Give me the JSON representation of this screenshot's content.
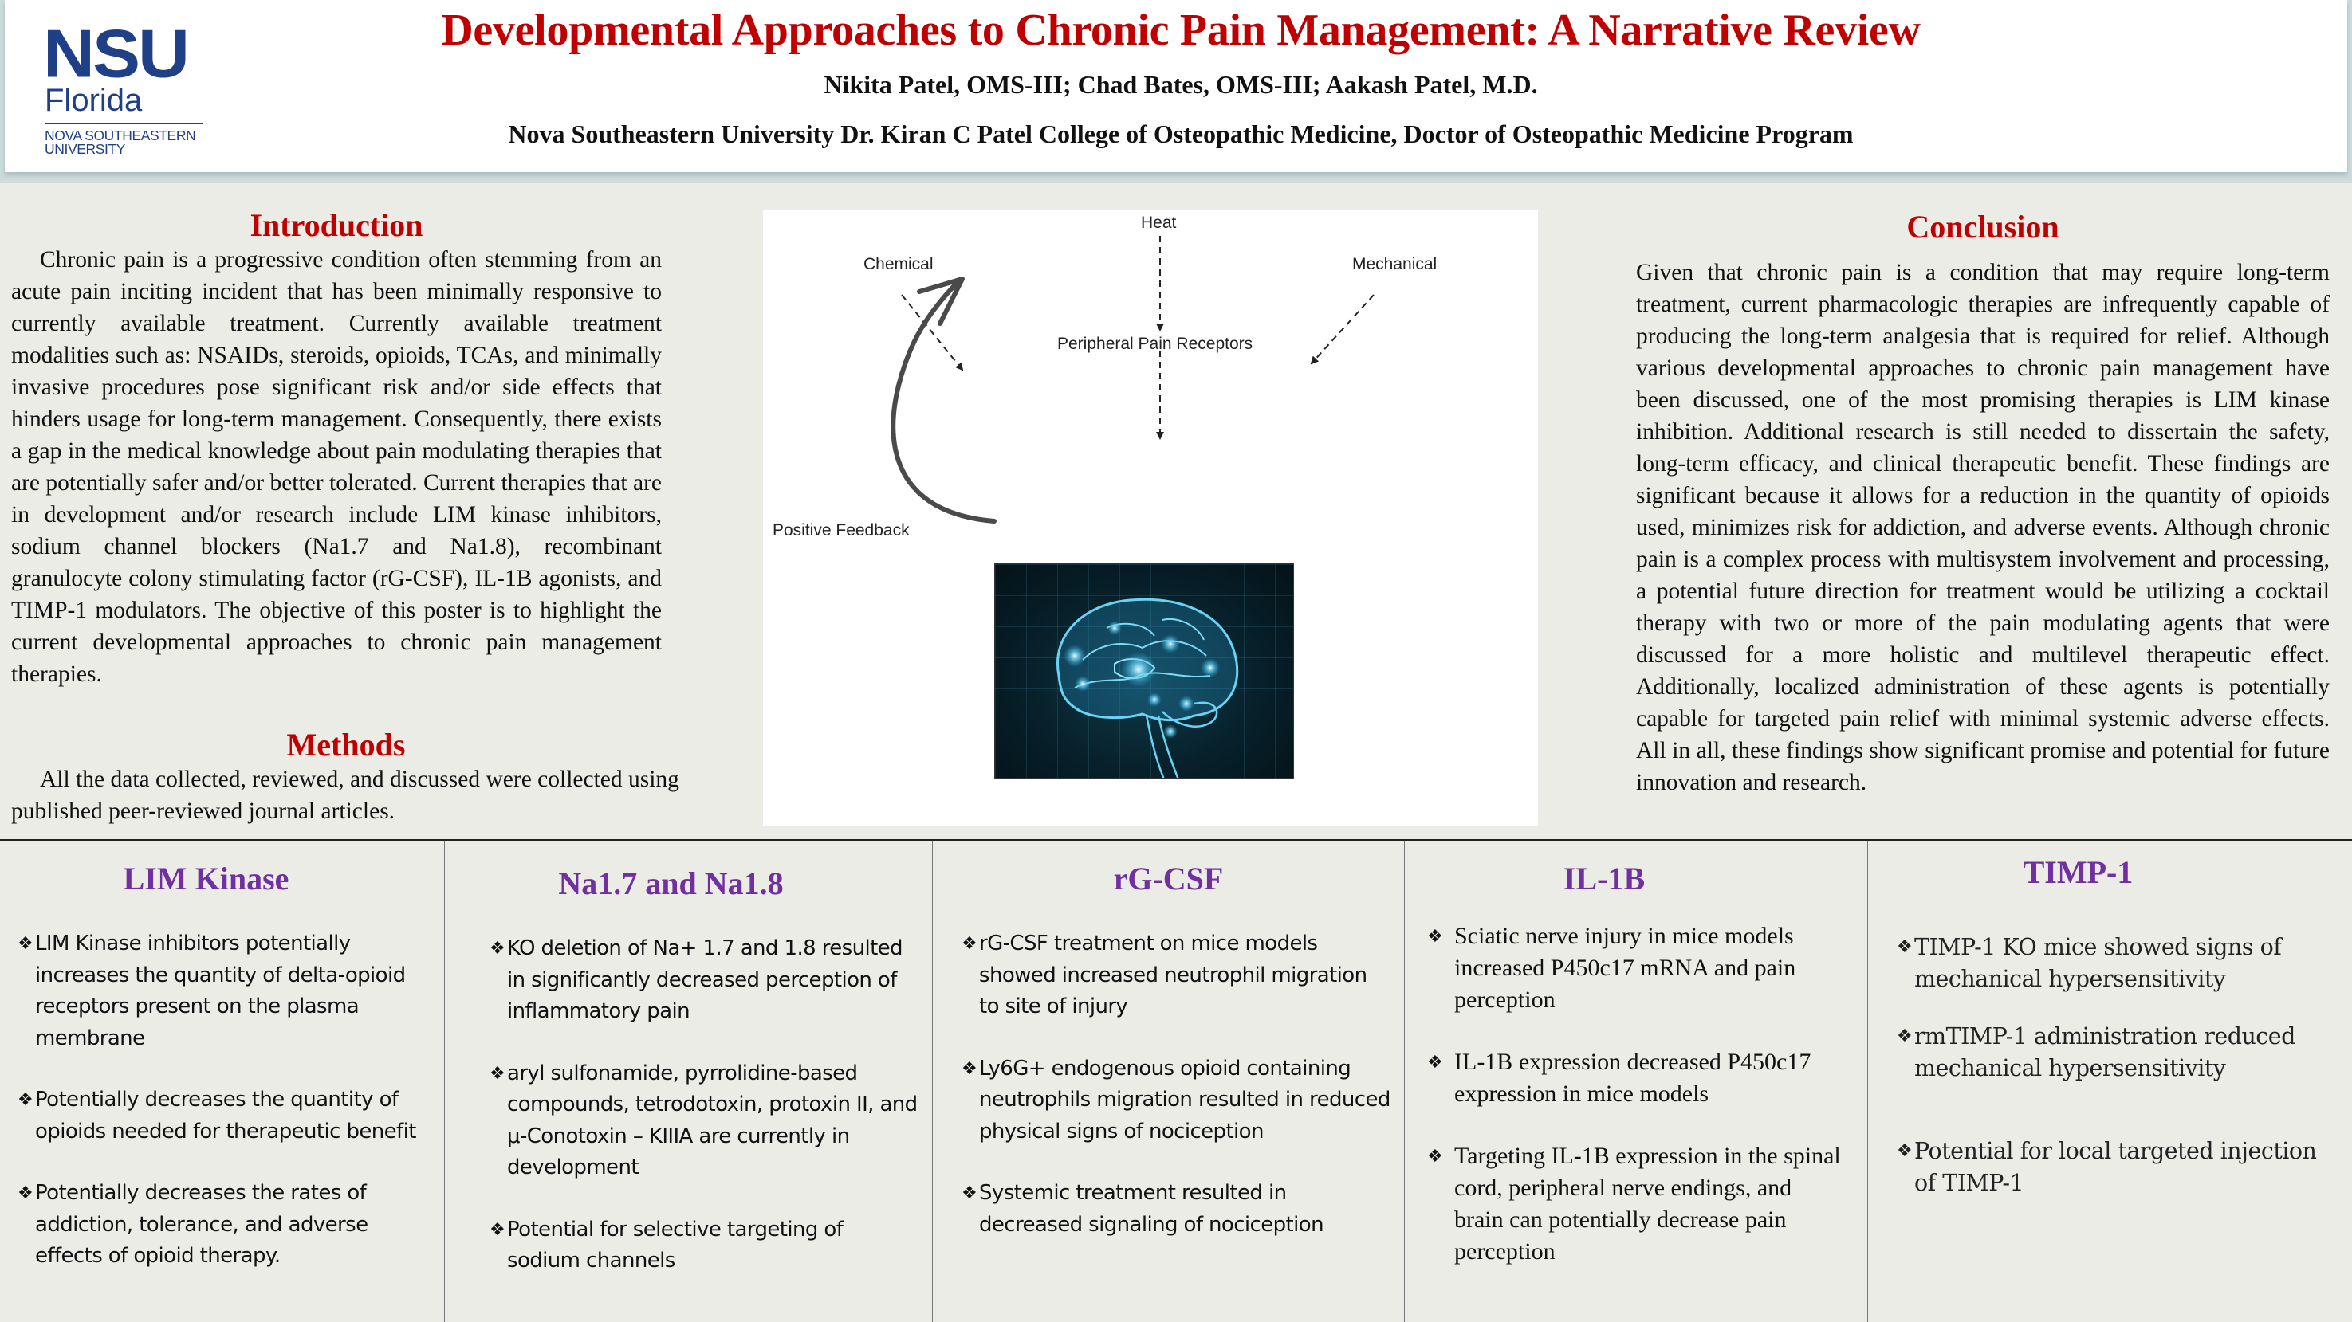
{
  "header": {
    "logo": {
      "wordmark": "NSU",
      "state": "Florida",
      "university_line1": "NOVA SOUTHEASTERN",
      "university_line2": "UNIVERSITY",
      "color": "#1f3f87"
    },
    "title": "Developmental Approaches to Chronic Pain Management: A Narrative Review",
    "authors": "Nikita Patel, OMS-III; Chad Bates, OMS-III; Aakash Patel, M.D.",
    "affiliation": "Nova Southeastern University Dr. Kiran C Patel College of Osteopathic Medicine, Doctor of Osteopathic Medicine Program"
  },
  "colors": {
    "section_heading": "#c00000",
    "panel_heading": "#7030a0",
    "background": "#ecece7"
  },
  "introduction": {
    "heading": "Introduction",
    "text": "Chronic pain is a progressive condition often stemming from an acute pain inciting incident that has been minimally responsive to currently available treatment. Currently available treatment modalities such as: NSAIDs, steroids, opioids, TCAs, and minimally invasive procedures pose significant risk and/or side effects that hinders usage for long-term management. Consequently, there exists a gap in the medical knowledge about pain modulating therapies that are potentially safer and/or better tolerated. Current therapies that are in development and/or research include LIM kinase inhibitors, sodium channel blockers (Na1.7 and Na1.8), recombinant granulocyte colony stimulating factor (rG-CSF), IL-1B agonists, and TIMP-1 modulators.  The objective of this poster is to highlight the current developmental approaches to chronic pain management therapies."
  },
  "methods": {
    "heading": "Methods",
    "text": "All the data collected, reviewed, and discussed were collected using published peer-reviewed journal articles."
  },
  "diagram": {
    "stimuli": [
      "Chemical",
      "Heat",
      "Mechanical"
    ],
    "center": "Peripheral Pain Receptors",
    "feedback": "Positive Feedback",
    "image": "glowing-brain-illustration"
  },
  "conclusion": {
    "heading": "Conclusion",
    "text": "Given that chronic pain is a condition that may require long-term treatment, current pharmacologic therapies are infrequently capable of producing the long-term analgesia that is required for relief. Although various developmental approaches to chronic pain management have been discussed, one of the most promising therapies is LIM kinase inhibition. Additional research is still needed to dissertain the safety, long-term efficacy, and clinical therapeutic benefit. These findings are significant because it allows for a reduction in the quantity of opioids used, minimizes risk for addiction, and adverse events. Although chronic pain is a complex process with multisystem involvement and processing, a potential future direction for treatment would be utilizing a cocktail therapy with two or more of the pain modulating agents that were discussed for a more holistic and multilevel therapeutic effect. Additionally, localized administration of these agents is potentially capable for targeted pain relief with minimal systemic adverse effects. All in all, these findings show significant promise and potential for future innovation and research."
  },
  "panels": [
    {
      "title": "LIM Kinase",
      "bullet_icon": "❖",
      "bullets": [
        "LIM Kinase inhibitors potentially increases the quantity of delta-opioid receptors present on the plasma membrane",
        "Potentially decreases the quantity of opioids needed for therapeutic benefit",
        "Potentially decreases the rates of addiction, tolerance, and adverse effects of opioid therapy."
      ]
    },
    {
      "title": "Na1.7 and Na1.8",
      "bullet_icon": "❖",
      "bullets": [
        "KO deletion of Na+ 1.7 and 1.8 resulted in significantly decreased perception of inflammatory pain",
        "aryl sulfonamide, pyrrolidine-based compounds, tetrodotoxin, protoxin II, and μ-Conotoxin – KIIIA are currently in development",
        "Potential for selective targeting of sodium channels"
      ]
    },
    {
      "title": "rG-CSF",
      "bullet_icon": "❖",
      "bullets": [
        "rG-CSF treatment on mice models showed increased neutrophil migration to site of injury",
        "Ly6G+ endogenous opioid containing neutrophils migration resulted in reduced physical signs of nociception",
        "Systemic treatment resulted in decreased signaling of nociception"
      ]
    },
    {
      "title": "IL-1B",
      "bullet_icon": "❖",
      "bullets": [
        "Sciatic nerve injury in mice models increased P450c17 mRNA and pain perception",
        "IL-1B expression decreased P450c17 expression in mice models",
        "Targeting IL-1B expression in the spinal cord, peripheral nerve endings, and brain can potentially decrease pain perception"
      ]
    },
    {
      "title": "TIMP-1",
      "bullet_icon": "❖",
      "bullets": [
        "TIMP-1 KO mice  showed signs of mechanical hypersensitivity",
        "rmTIMP-1 administration reduced mechanical hypersensitivity",
        "Potential for local targeted injection of TIMP-1"
      ]
    }
  ]
}
